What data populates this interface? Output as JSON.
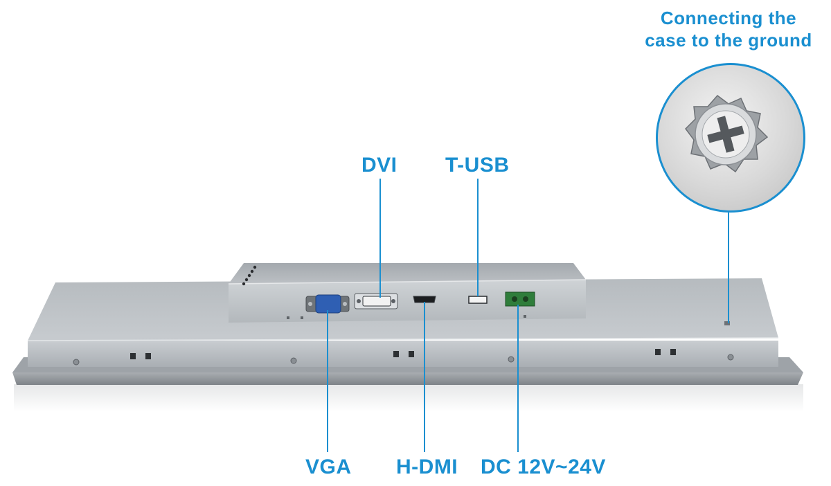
{
  "labels": {
    "ground": [
      "Connecting the",
      "case to the ground"
    ],
    "dvi": "DVI",
    "tusb": "T-USB",
    "vga": "VGA",
    "hdmi": "H-DMI",
    "dc": "DC 12V~24V"
  },
  "colors": {
    "accent": "#1a8fd0",
    "panel": "#c9cdd1",
    "panel_dark": "#8d9297"
  },
  "icons": {
    "ground_screw": "ground-screw-icon",
    "vga_port": "vga-port-icon",
    "dvi_port": "dvi-port-icon",
    "hdmi_port": "hdmi-port-icon",
    "usb_port": "usb-port-icon",
    "dc_port": "dc-terminal-icon"
  }
}
